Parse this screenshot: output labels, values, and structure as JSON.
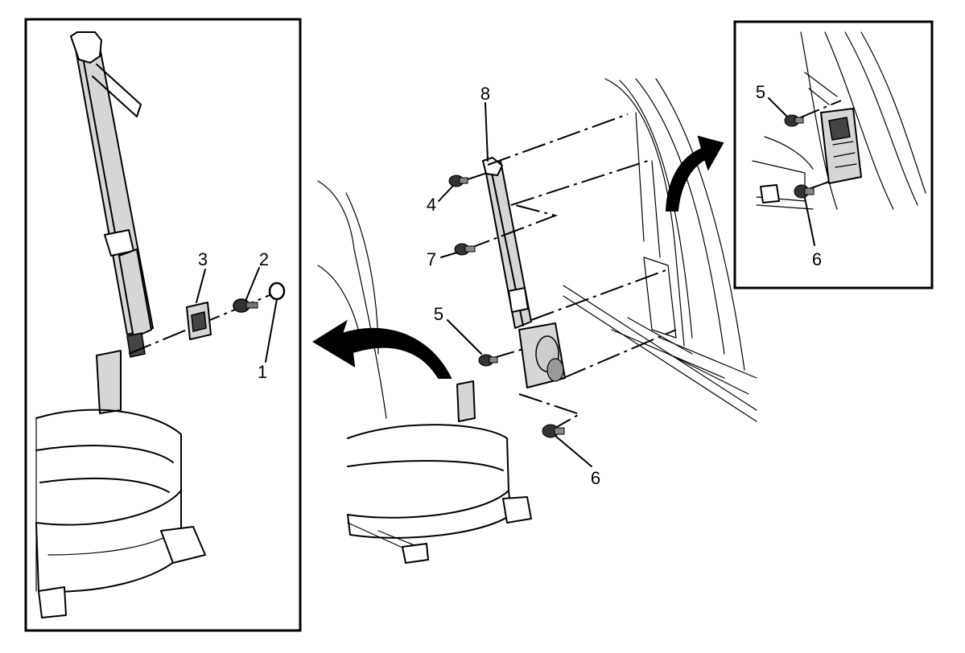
{
  "callouts": {
    "left_panel": [
      "3",
      "2",
      "1"
    ],
    "main": [
      "8",
      "4",
      "7",
      "5",
      "6"
    ],
    "inset": [
      "5",
      "6"
    ]
  },
  "colors": {
    "ink": "#000000",
    "shade": "#d6d6d6",
    "paper": "#ffffff"
  }
}
